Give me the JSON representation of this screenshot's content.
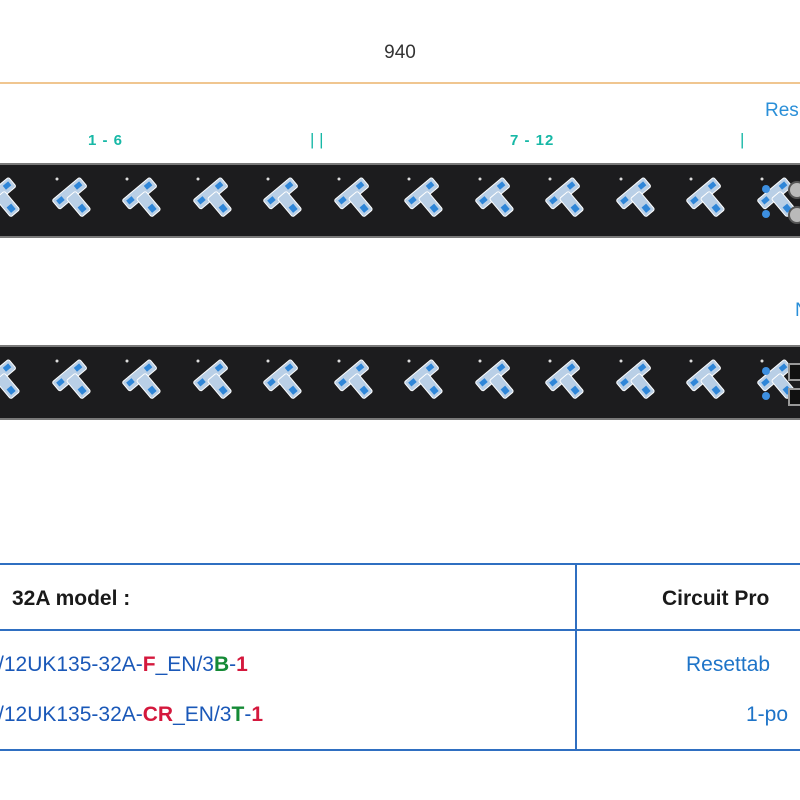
{
  "dimension": {
    "width_label": "940"
  },
  "groups": [
    {
      "label": "1 - 6"
    },
    {
      "label": "| |"
    },
    {
      "label": "7 - 12"
    },
    {
      "label": "|"
    }
  ],
  "side_labels": {
    "top": "Res",
    "bottom": "N"
  },
  "bars": [
    {
      "socket_count": 12,
      "control": "circle"
    },
    {
      "socket_count": 12,
      "control": "rect"
    }
  ],
  "table": {
    "header_model": "32A model :",
    "header_protection": "Circuit Pro",
    "rows": [
      {
        "model_parts": [
          {
            "text": "/12UK135-32A-",
            "style": "normal"
          },
          {
            "text": "F",
            "style": "red"
          },
          {
            "text": "_EN/3",
            "style": "normal"
          },
          {
            "text": "B",
            "style": "green"
          },
          {
            "text": "-",
            "style": "normal"
          },
          {
            "text": "1",
            "style": "red"
          }
        ],
        "protection": "Resettab"
      },
      {
        "model_parts": [
          {
            "text": "/12UK135-32A-",
            "style": "normal"
          },
          {
            "text": "CR",
            "style": "red"
          },
          {
            "text": "_EN/3",
            "style": "normal"
          },
          {
            "text": "T",
            "style": "green"
          },
          {
            "text": "-",
            "style": "normal"
          },
          {
            "text": "1",
            "style": "red"
          }
        ],
        "protection": "1-po"
      }
    ]
  },
  "colors": {
    "bar": "#1c1c1e",
    "socket": "#b9cfe6",
    "pin": "#2f86d8",
    "table_border": "#2f6fc1",
    "accent_red": "#d4183d",
    "accent_green": "#158a36",
    "group_label": "#17b8a6"
  }
}
